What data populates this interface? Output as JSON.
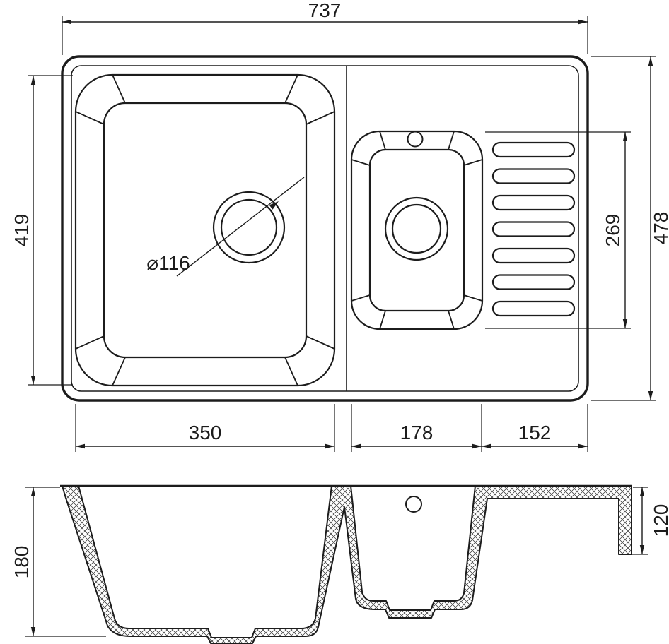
{
  "drawing": {
    "type": "kitchen-sink-dimension-drawing",
    "line_color": "#1c1c1c",
    "background": "#ffffff",
    "plan": {
      "overall_width": "737",
      "overall_depth": "478",
      "main_bowl_length": "419",
      "second_bowl_length": "269",
      "main_bowl_width": "350",
      "second_bowl_width": "178",
      "drainboard_width": "152",
      "drain_diameter": "⌀116"
    },
    "section": {
      "main_bowl_depth": "180",
      "edge_depth": "120"
    }
  }
}
